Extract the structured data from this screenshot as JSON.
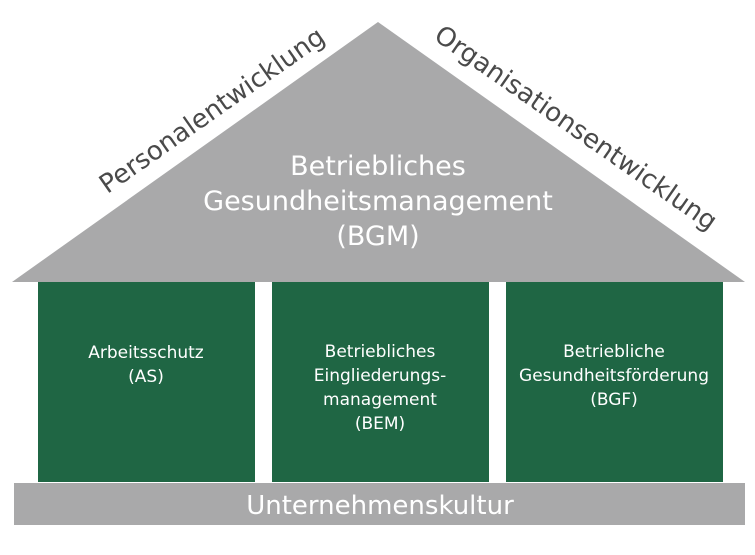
{
  "colors": {
    "roof": "#a9a9aa",
    "pillar": "#1f6644",
    "foundation": "#a9a9aa",
    "slope_text": "#4a4a4a",
    "inner_text": "#ffffff"
  },
  "roof": {
    "title_lines": [
      "Betriebliches",
      "Gesundheitsmanagement",
      "(BGM)"
    ]
  },
  "slopes": {
    "left": "Personalentwicklung",
    "right": "Organisationsentwicklung"
  },
  "pillars": [
    {
      "lines": [
        "Arbeitsschutz",
        "(AS)"
      ]
    },
    {
      "lines": [
        "Betriebliches",
        "Eingliederungs-",
        "management",
        "(BEM)"
      ]
    },
    {
      "lines": [
        "Betriebliche",
        "Gesundheitsförderung",
        "(BGF)"
      ]
    }
  ],
  "foundation": {
    "label": "Unternehmenskultur"
  }
}
